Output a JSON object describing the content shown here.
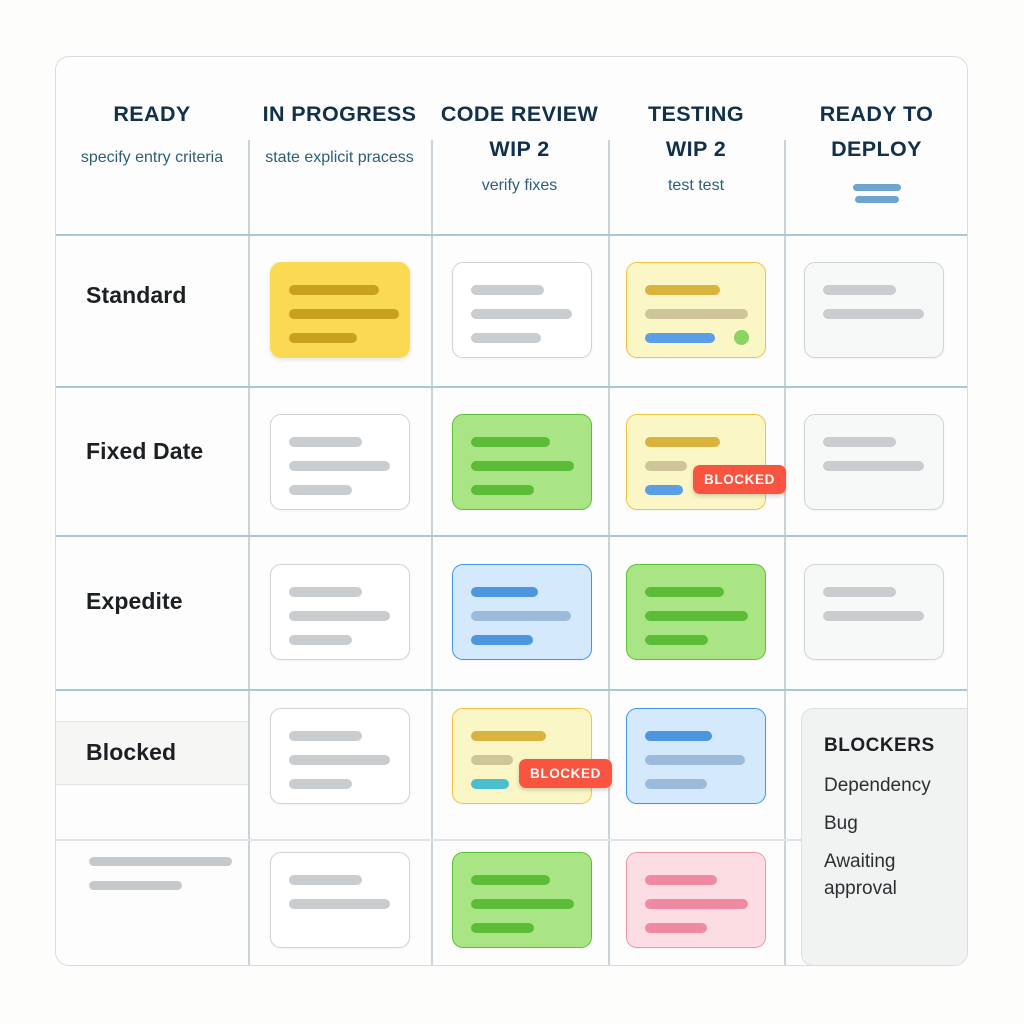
{
  "board": {
    "columns": [
      {
        "title": "READY",
        "wip": "",
        "subtitle": "specify entry criteria",
        "icon": ""
      },
      {
        "title": "IN PROGRESS",
        "wip": "",
        "subtitle": "state explicit pracess",
        "icon": ""
      },
      {
        "title": "CODE REVIEW",
        "wip": "WIP 2",
        "subtitle": "verify fixes",
        "icon": ""
      },
      {
        "title": "TESTING",
        "wip": "WIP 2",
        "subtitle": "test test",
        "icon": ""
      },
      {
        "title": "READY TO DEPLOY",
        "wip": "",
        "subtitle": "",
        "icon": "skeleton-lines-icon"
      }
    ],
    "swimlanes": [
      {
        "label": "Standard"
      },
      {
        "label": "Fixed Date"
      },
      {
        "label": "Expedite"
      },
      {
        "label": "Blocked"
      },
      {
        "label": ""
      }
    ],
    "badge_label": "BLOCKED",
    "blockers_panel": {
      "title": "BLOCKERS",
      "items": [
        "Dependency",
        "Bug",
        "Awaiting approval"
      ]
    },
    "colors": {
      "header_title": "#123049",
      "header_subtitle": "#2c5f79",
      "row_divider": "#a9c8d4",
      "column_divider": "#c9d3d8",
      "card_yellow": "#fada53",
      "card_light_yellow": "#fbf6c5",
      "card_green": "#a9e584",
      "card_blue": "#d4e9fb",
      "card_pink": "#fcdde3",
      "card_grey": "#ffffff",
      "badge_red": "#f9543f",
      "blockers_bg": "#f1f2f2"
    }
  }
}
